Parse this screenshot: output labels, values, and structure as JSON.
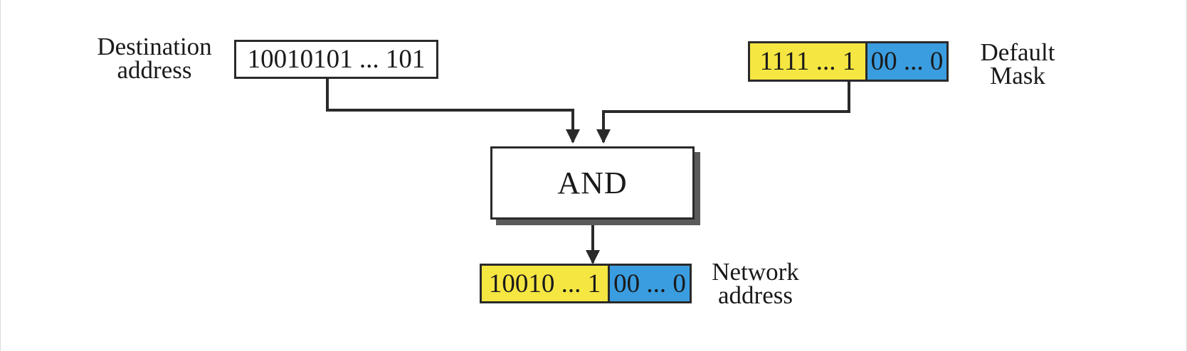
{
  "destination": {
    "label_line1": "Destination",
    "label_line2": "address",
    "value": "10010101 ... 101"
  },
  "mask": {
    "label_line1": "Default",
    "label_line2": "Mask",
    "ones": "1111 ... 1",
    "zeros": "00 ... 0"
  },
  "operation": {
    "label": "AND"
  },
  "network": {
    "label_line1": "Network",
    "label_line2": "address",
    "ones": "10010 ... 1",
    "zeros": "00 ... 0"
  },
  "colors": {
    "ones_fill": "#f5e642",
    "zeros_fill": "#3a9de0",
    "line": "#2a2a2a"
  }
}
